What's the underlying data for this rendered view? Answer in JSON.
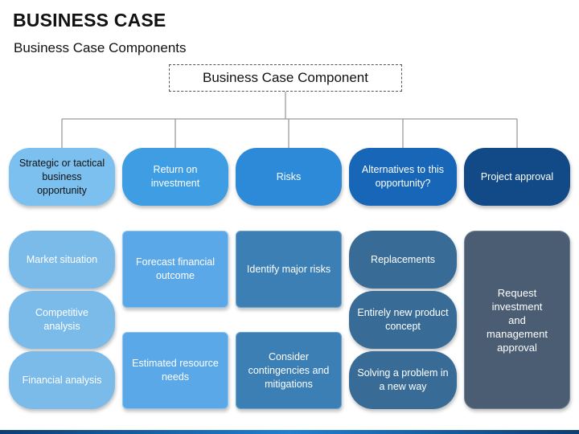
{
  "header": {
    "title": "BUSINESS CASE",
    "subtitle": "Business Case Components"
  },
  "root": {
    "label": "Business Case Component"
  },
  "columns": [
    {
      "label": "Strategic or tactical business opportunity",
      "items": [
        "Market situation",
        "Competitive analysis",
        "Financial analysis"
      ]
    },
    {
      "label": "Return on investment",
      "items": [
        "Forecast financial outcome",
        "Estimated resource needs"
      ]
    },
    {
      "label": "Risks",
      "items": [
        "Identify major risks",
        "Consider contingencies and mitigations"
      ]
    },
    {
      "label": "Alternatives to this opportunity?",
      "items": [
        "Replacements",
        "Entirely new product concept",
        "Solving a problem in a new way"
      ]
    },
    {
      "label": "Project approval",
      "items": [
        "Request investment and management approval"
      ]
    }
  ],
  "colors": {
    "col0": "#7cc0ef",
    "col1": "#3f9de3",
    "col2": "#2d8ad8",
    "col3": "#1766b8",
    "col4": "#114a86",
    "connector": "#9a9a9a"
  }
}
